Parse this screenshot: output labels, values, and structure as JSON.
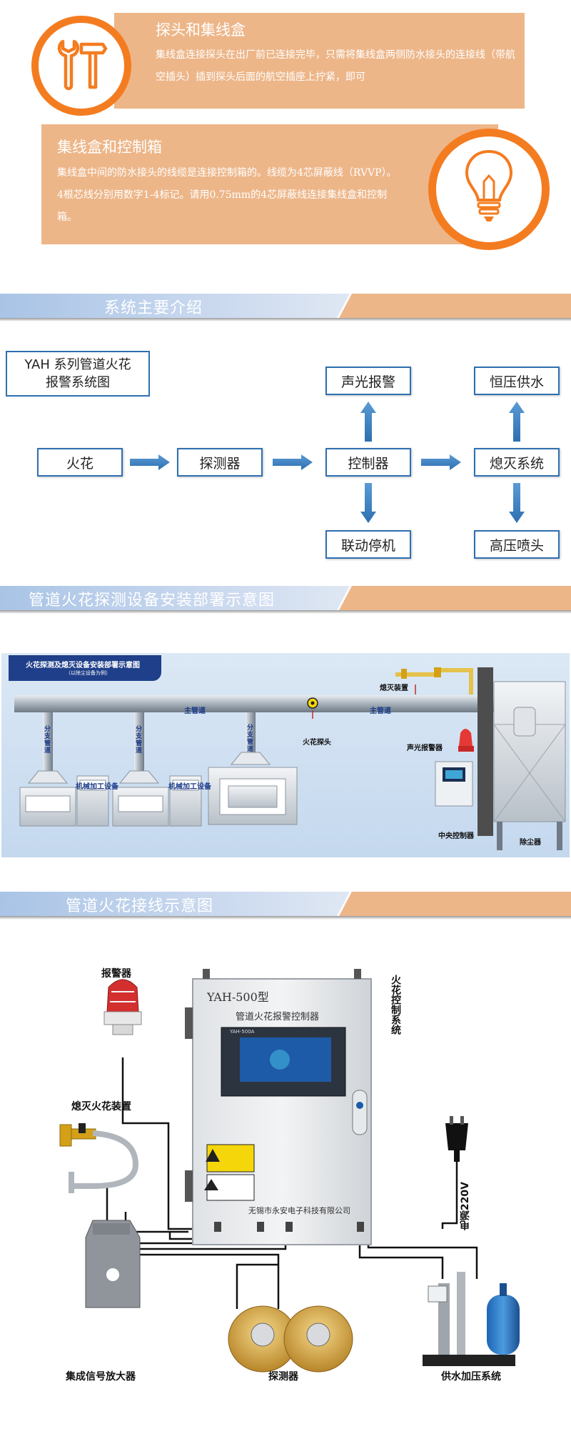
{
  "intro": {
    "box1": {
      "title": "探头和集线盒",
      "text": "集线盒连接探头在出厂前已连接完毕，只需将集线盒两侧防水接头的连接线（带航空插头）插到探头后面的航空插座上拧紧，即可",
      "icon": "tools-icon"
    },
    "box2": {
      "title": "集线盒和控制箱",
      "text": "集线盒中间的防水接头的线缆是连接控制箱的。线缆为4芯屏蔽线（RVVP）。4根芯线分别用数字1-4标记。请用0.75mm的4芯屏蔽线连接集线盒和控制箱。",
      "icon": "lightbulb-icon"
    }
  },
  "sections": {
    "s1": "系统主要介绍",
    "s2": "管道火花探测设备安装部署示意图",
    "s3": "管道火花接线示意图"
  },
  "flowchart": {
    "legend_line1": "YAH 系列管道火花",
    "legend_line2": "报警系统图",
    "spark": "火花",
    "detector": "探测器",
    "controller": "控制器",
    "extinguish": "熄灭系统",
    "alarm": "声光报警",
    "linkage": "联动停机",
    "constant_water": "恒压供水",
    "nozzle": "高压喷头"
  },
  "install": {
    "title": "火花探测及熄灭设备安装部署示意图",
    "subtitle": "（以除尘设备为例）",
    "main_pipe": "主管道",
    "branch_pipe": "分支管道",
    "machine": "机械加工设备",
    "extinguish_device": "熄灭装置",
    "spark_probe": "火花探头",
    "alarm": "声光报警器",
    "central_control": "中央控制器",
    "dust_remover": "除尘器"
  },
  "wiring": {
    "alarm": "报警器",
    "extinguish": "熄灭火花装置",
    "amplifier": "集成信号放大器",
    "detector": "探测器",
    "water_system": "供水加压系统",
    "power": "电源220V",
    "fire_control": "火花控制系统",
    "cabinet_model": "YAH-500型",
    "cabinet_name": "管道火花报警控制器",
    "screen_model": "YAH-500A",
    "company": "无锡市永安电子科技有限公司"
  },
  "colors": {
    "orange": "#f47c20",
    "peach": "#edb689",
    "blue": "#2e6fb0",
    "banner_blue": "#a9c4e6"
  }
}
